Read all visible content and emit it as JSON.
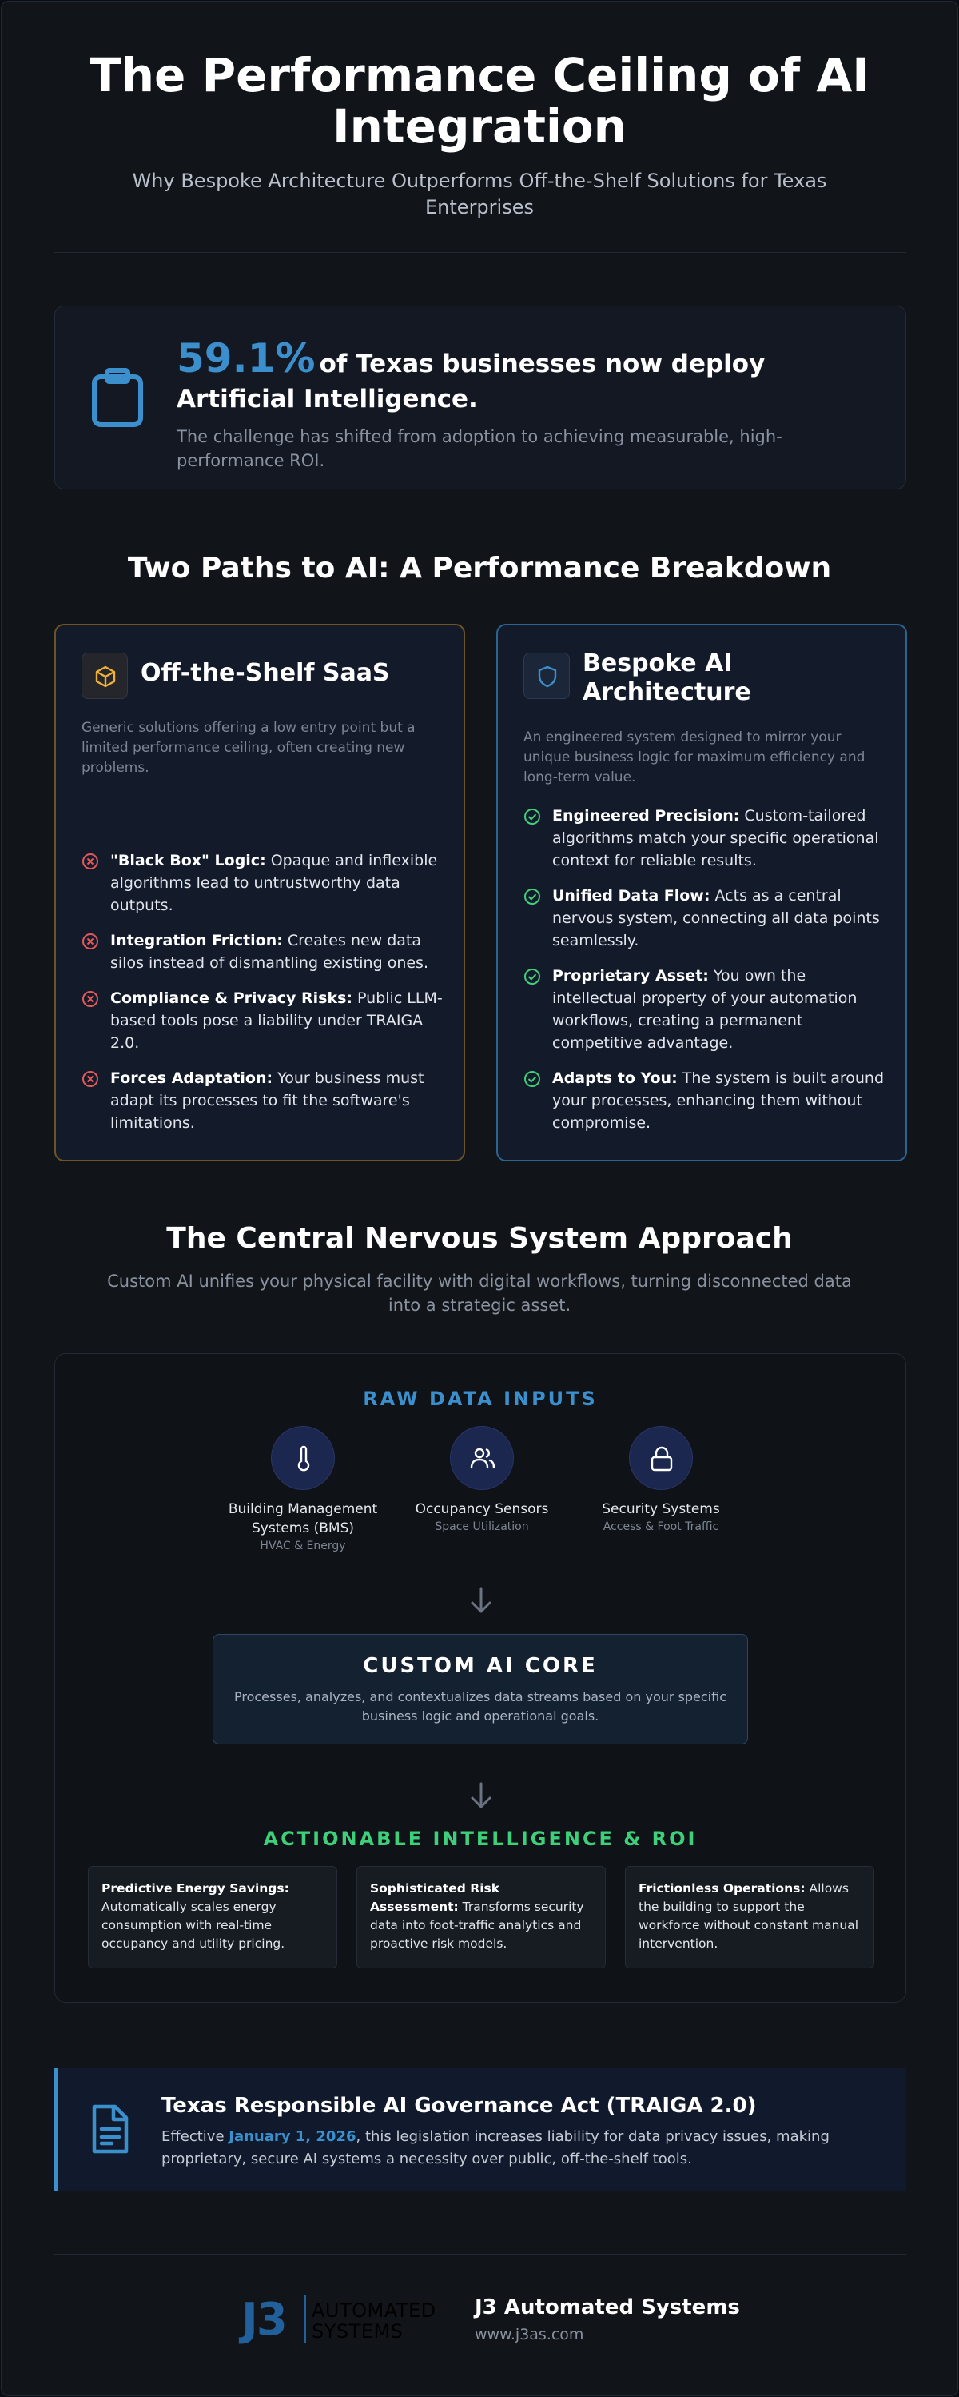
{
  "hero": {
    "title": "The Performance Ceiling of AI Integration",
    "subtitle": "Why Bespoke Architecture Outperforms Off-the-Shelf Solutions for Texas Enterprises"
  },
  "stat": {
    "icon": "clipboard-icon",
    "percent": "59.1%",
    "lead": "of Texas businesses now deploy Artificial Intelligence.",
    "desc": "The challenge has shifted from adoption to achieving measurable, high-performance ROI."
  },
  "paths": {
    "title": "Two Paths to AI: A Performance Breakdown",
    "saas": {
      "icon": "box-icon",
      "title": "Off-the-Shelf SaaS",
      "desc": "Generic solutions offering a low entry point but a limited performance ceiling, often creating new problems.",
      "items": [
        {
          "label": "\"Black Box\" Logic:",
          "text": " Opaque and inflexible algorithms lead to untrustworthy data outputs."
        },
        {
          "label": "Integration Friction:",
          "text": " Creates new data silos instead of dismantling existing ones."
        },
        {
          "label": "Compliance & Privacy Risks:",
          "text": " Public LLM-based tools pose a liability under TRAIGA 2.0."
        },
        {
          "label": "Forces Adaptation:",
          "text": " Your business must adapt its processes to fit the software's limitations."
        }
      ]
    },
    "bespoke": {
      "icon": "shield-icon",
      "title": "Bespoke AI Architecture",
      "desc": "An engineered system designed to mirror your unique business logic for maximum efficiency and long-term value.",
      "items": [
        {
          "label": "Engineered Precision:",
          "text": " Custom-tailored algorithms match your specific operational context for reliable results."
        },
        {
          "label": "Unified Data Flow:",
          "text": " Acts as a central nervous system, connecting all data points seamlessly."
        },
        {
          "label": "Proprietary Asset:",
          "text": " You own the intellectual property of your automation workflows, creating a permanent competitive advantage."
        },
        {
          "label": "Adapts to You:",
          "text": " The system is built around your processes, enhancing them without compromise."
        }
      ]
    }
  },
  "cns": {
    "title": "The Central Nervous System Approach",
    "subtitle": "Custom AI unifies your physical facility with digital workflows, turning disconnected data into a strategic asset.",
    "inputs_label": "RAW DATA INPUTS",
    "inputs": [
      {
        "icon": "thermometer-icon",
        "name": "Building Management Systems (BMS)",
        "sub": "HVAC & Energy"
      },
      {
        "icon": "users-icon",
        "name": "Occupancy Sensors",
        "sub": "Space Utilization"
      },
      {
        "icon": "lock-icon",
        "name": "Security Systems",
        "sub": "Access & Foot Traffic"
      }
    ],
    "core_title": "CUSTOM AI CORE",
    "core_desc": "Processes, analyzes, and contextualizes data streams based on your specific business logic and operational goals.",
    "roi_label": "ACTIONABLE INTELLIGENCE & ROI",
    "roi": [
      {
        "label": "Predictive Energy Savings:",
        "text": " Automatically scales energy consumption with real-time occupancy and utility pricing."
      },
      {
        "label": "Sophisticated Risk Assessment:",
        "text": " Transforms security data into foot-traffic analytics and proactive risk models."
      },
      {
        "label": "Frictionless Operations:",
        "text": " Allows the building to support the workforce without constant manual intervention."
      }
    ]
  },
  "law": {
    "icon": "document-icon",
    "title": "Texas Responsible AI Governance Act (TRAIGA 2.0)",
    "pre": "Effective ",
    "date": "January 1, 2026",
    "post": ", this legislation increases liability for data privacy issues, making proprietary, secure AI systems a necessity over public, off-the-shelf tools."
  },
  "footer": {
    "logo_mark": "J3",
    "logo_word1": "AUTOMATED",
    "logo_word2": "SYSTEMS",
    "brand": "J3 Automated Systems",
    "url": "www.j3as.com"
  },
  "colors": {
    "accent_blue": "#3b8fcc",
    "accent_green": "#3ecf7a",
    "saas_border": "#6e5424",
    "bespoke_border": "#2a6590",
    "x_red": "#e05a5a",
    "check_green": "#3ecf7a",
    "box_amber": "#f2b032"
  }
}
